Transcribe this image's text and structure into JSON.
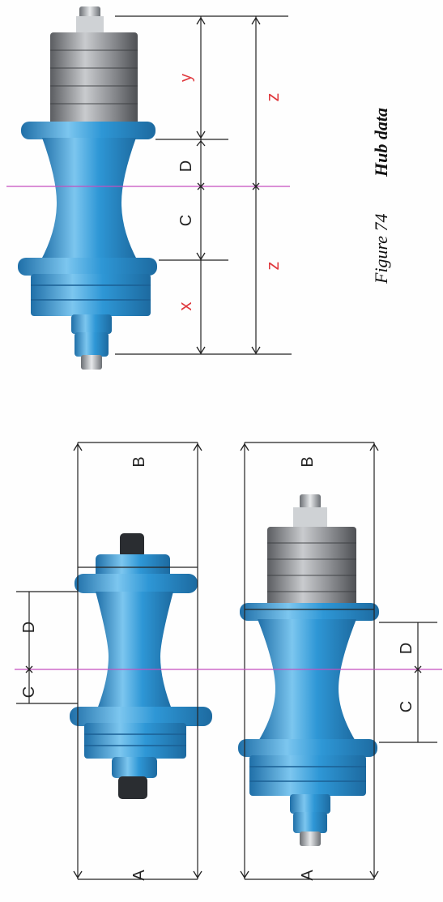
{
  "figure": {
    "caption_number": "Figure 74",
    "caption_title": "Hub data"
  },
  "colors": {
    "hub_blue": "#2e97d6",
    "hub_dark": "#1f6fa8",
    "hub_light": "#7cc6ef",
    "cassette_gray": "#8d8f93",
    "center_line": "#c44fc0",
    "dim_red": "#e0393e",
    "line": "#222222"
  },
  "labels": {
    "A": "A",
    "B": "B",
    "C": "C",
    "D": "D",
    "x": "x",
    "y": "y",
    "z": "z"
  }
}
